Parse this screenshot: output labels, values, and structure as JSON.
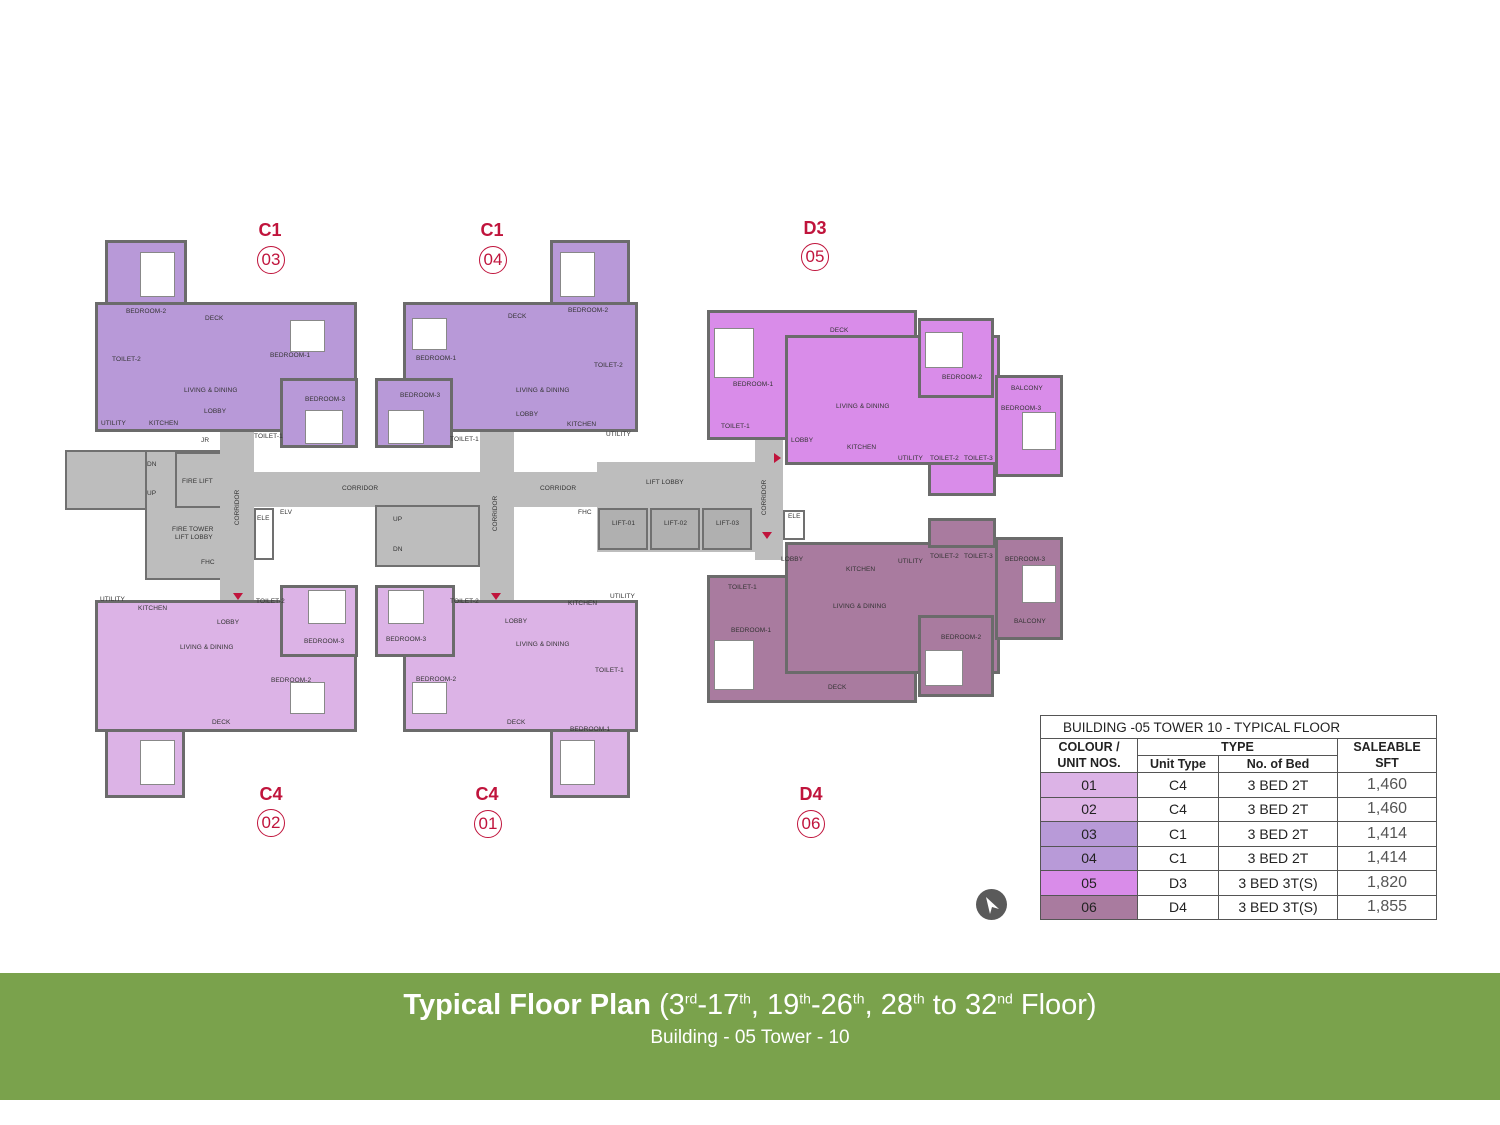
{
  "units": [
    {
      "type": "C1",
      "no": "03"
    },
    {
      "type": "C1",
      "no": "04"
    },
    {
      "type": "D3",
      "no": "05"
    },
    {
      "type": "C4",
      "no": "02"
    },
    {
      "type": "C4",
      "no": "01"
    },
    {
      "type": "D4",
      "no": "06"
    }
  ],
  "rooms": {
    "bedroom1": "BEDROOM-1",
    "bedroom2": "BEDROOM-2",
    "bedroom3": "BEDROOM-3",
    "deck": "DECK",
    "living": "LIVING & DINING",
    "lobby": "LOBBY",
    "kitchen": "KITCHEN",
    "utility": "UTILITY",
    "toilet1": "TOILET-1",
    "toilet2": "TOILET-2",
    "toilet3": "TOILET-3",
    "balcony": "BALCONY",
    "jr": "JR"
  },
  "core": {
    "corridor": "CORRIDOR",
    "lift_lobby": "LIFT LOBBY",
    "fire_lift": "FIRE LIFT",
    "fire_tower_lobby_1": "FIRE TOWER",
    "fire_tower_lobby_2": "LIFT LOBBY",
    "dn": "DN",
    "up": "UP",
    "ele": "ELE",
    "elv": "ELV",
    "fhc": "FHC",
    "lift1": "LIFT-01",
    "lift2": "LIFT-02",
    "lift3": "LIFT-03"
  },
  "table": {
    "title": "BUILDING -05    TOWER  10 - TYPICAL FLOOR",
    "col1a": "COLOUR /",
    "col1b": "UNIT NOS.",
    "type": "TYPE",
    "unit_type": "Unit Type",
    "no_of_bed": "No. of Bed",
    "saleable": "SALEABLE",
    "sft": "SFT",
    "rows": [
      {
        "no": "01",
        "type": "C4",
        "bed": "3 BED 2T",
        "sft": "1,460",
        "color": "#dcb3e6"
      },
      {
        "no": "02",
        "type": "C4",
        "bed": "3 BED 2T",
        "sft": "1,460",
        "color": "#deb5e6"
      },
      {
        "no": "03",
        "type": "C1",
        "bed": "3 BED 2T",
        "sft": "1,414",
        "color": "#b89ad8"
      },
      {
        "no": "04",
        "type": "C1",
        "bed": "3 BED 2T",
        "sft": "1,414",
        "color": "#b89ad8"
      },
      {
        "no": "05",
        "type": "D3",
        "bed": "3 BED 3T(S)",
        "sft": "1,820",
        "color": "#d98ce9"
      },
      {
        "no": "06",
        "type": "D4",
        "bed": "3 BED 3T(S)",
        "sft": "1,855",
        "color": "#a97b9f"
      }
    ]
  },
  "banner": {
    "title_bold": "Typical Floor Plan",
    "open": " (3",
    "s1": "rd",
    "t2": "-17",
    "s2": "th",
    "t3": ", 19",
    "s3": "th",
    "t4": "-26",
    "s4": "th",
    "t5": ", 28",
    "s5": "th",
    "t6": " to 32",
    "s6": "nd",
    "t7": " Floor)",
    "subtitle": "Building - 05 Tower - 10"
  },
  "colors": {
    "accent": "#c0143c",
    "banner": "#7aa24c"
  }
}
